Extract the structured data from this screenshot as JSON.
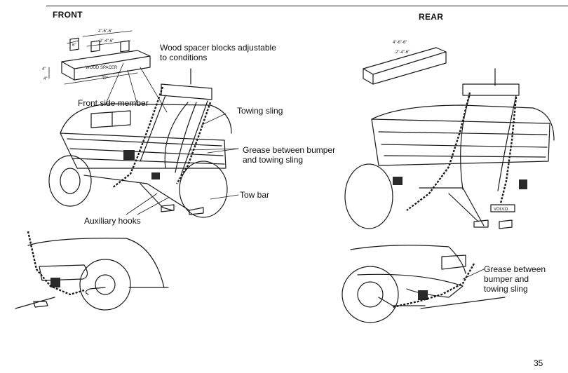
{
  "headings": {
    "front": "FRONT",
    "rear": "REAR"
  },
  "labels": {
    "wood_spacer": [
      "Wood spacer blocks adjustable",
      "to conditions"
    ],
    "front_side_member": "Front side member",
    "towing_sling": "Towing sling",
    "grease_front": [
      "Grease between bumper",
      "and towing sling"
    ],
    "tow_bar": "Tow bar",
    "auxiliary_hooks": "Auxiliary hooks",
    "grease_rear": [
      "Grease between",
      "bumper and",
      "towing sling"
    ]
  },
  "dimensions": {
    "front_top": "4\"-6\"-6\"",
    "front_mid": "2\"-4\"-6\"",
    "front_left": "6\"",
    "front_spacer_text": "WOOD SPACER",
    "front_length": "49\"",
    "front_side_a": "4\"",
    "front_side_b": "4\"",
    "rear_top": "4\"-6\"-6\"",
    "rear_mid": "2\"-4\"-6\""
  },
  "badge": "VOLVO",
  "page_number": "35"
}
